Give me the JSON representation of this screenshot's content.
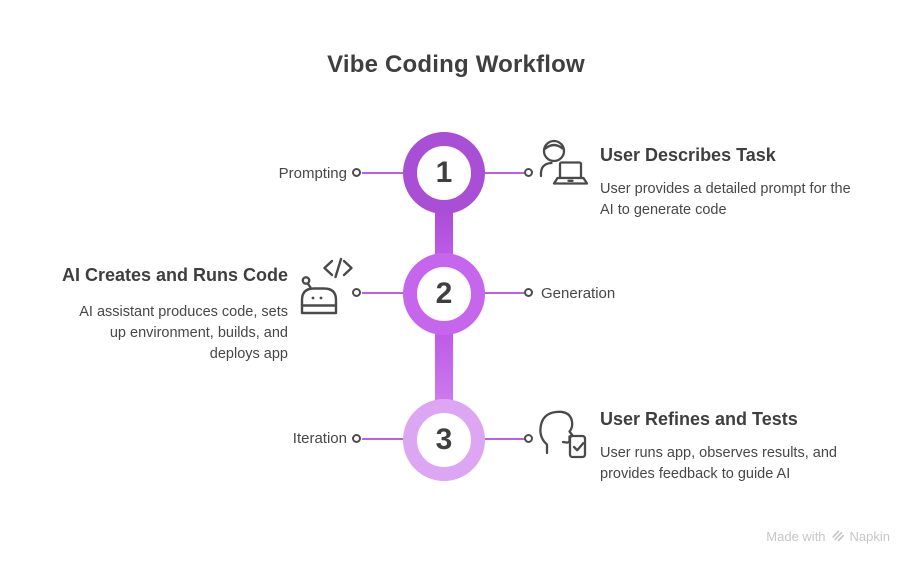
{
  "title": "Vibe Coding Workflow",
  "steps": [
    {
      "number": "1",
      "side_label": "Prompting",
      "heading": "User Describes Task",
      "description": "User provides a detailed prompt for the AI to generate code",
      "icon": "user-with-laptop-icon",
      "ring_color": "#a84fd5"
    },
    {
      "number": "2",
      "side_label": "Generation",
      "heading": "AI Creates and Runs Code",
      "description": "AI assistant produces code, sets up environment, builds, and deploys app",
      "icon": "robot-code-icon",
      "ring_color": "#c566ec"
    },
    {
      "number": "3",
      "side_label": "Iteration",
      "heading": "User Refines and Tests",
      "description": "User runs app, observes results, and provides feedback to guide AI",
      "icon": "head-check-icon",
      "ring_color": "#dda6f2"
    }
  ],
  "colors": {
    "connector_line": "#bb60e2",
    "connector_dot_border": "#4d4d4d",
    "heading_text": "#3f3f3f",
    "body_text": "#474747",
    "icon_stroke": "#4a4a4a",
    "watermark_text": "#c6c6c6"
  },
  "watermark": {
    "text": "Made with",
    "brand": "Napkin"
  }
}
